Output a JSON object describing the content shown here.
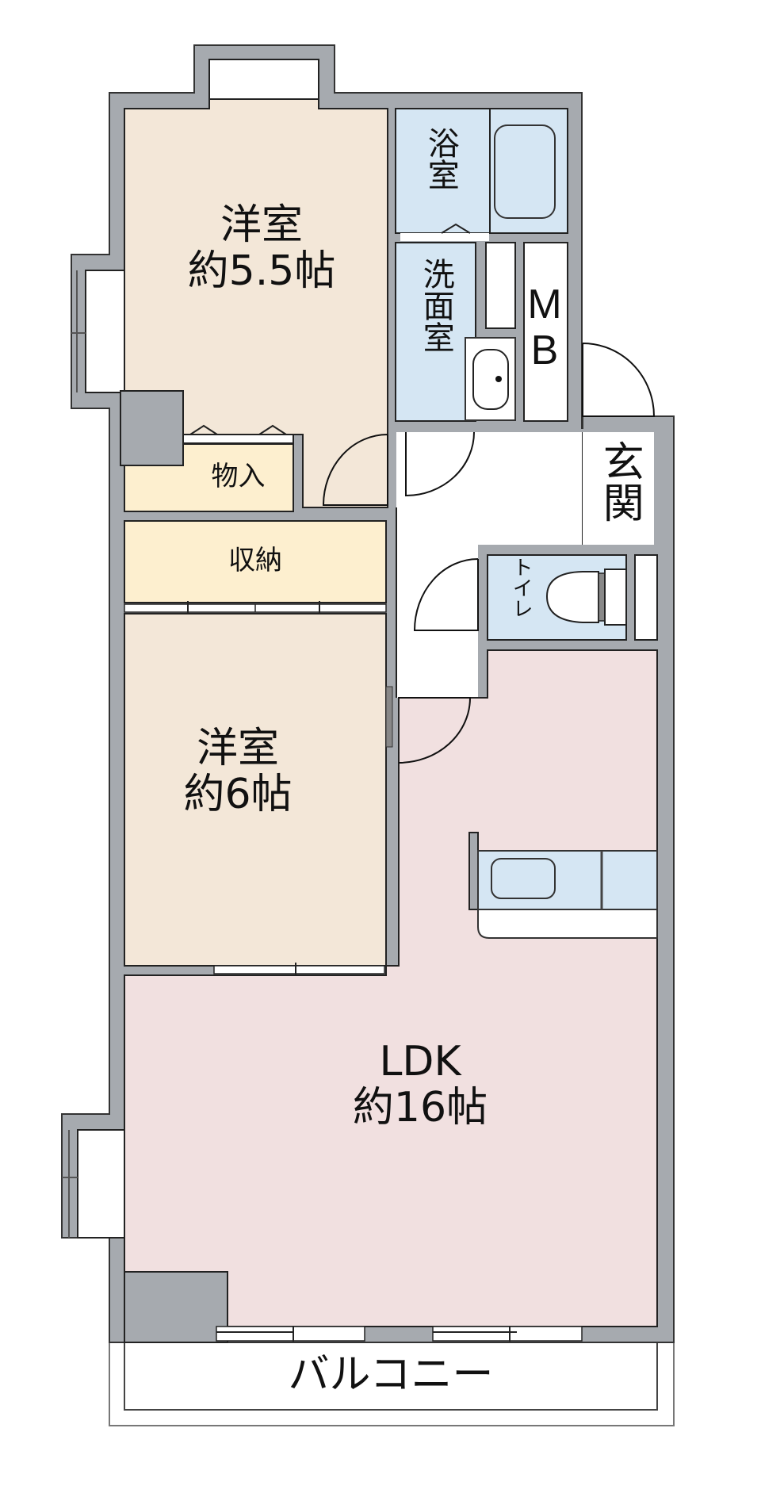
{
  "floorplan": {
    "colors": {
      "wall": "#a6aaaf",
      "bedroom": "#f3e7d8",
      "storage": "#fdefcf",
      "wet_area": "#d5e6f3",
      "ldk": "#f1e0e0",
      "corridor": "#ffffff",
      "line": "#111111"
    },
    "rooms": {
      "bedroom1": {
        "name": "洋室",
        "size": "約5.5帖"
      },
      "bedroom2": {
        "name": "洋室",
        "size": "約6帖"
      },
      "ldk": {
        "name": "LDK",
        "size": "約16帖"
      },
      "closet": {
        "name": "物入"
      },
      "storage": {
        "name": "収納"
      },
      "bath": {
        "name": "浴室"
      },
      "washroom": {
        "name": "洗面室"
      },
      "mb": {
        "name": "MB"
      },
      "entrance": {
        "name": "玄関"
      },
      "toilet": {
        "name": "トイレ"
      },
      "balcony": {
        "name": "バルコニー"
      }
    }
  }
}
